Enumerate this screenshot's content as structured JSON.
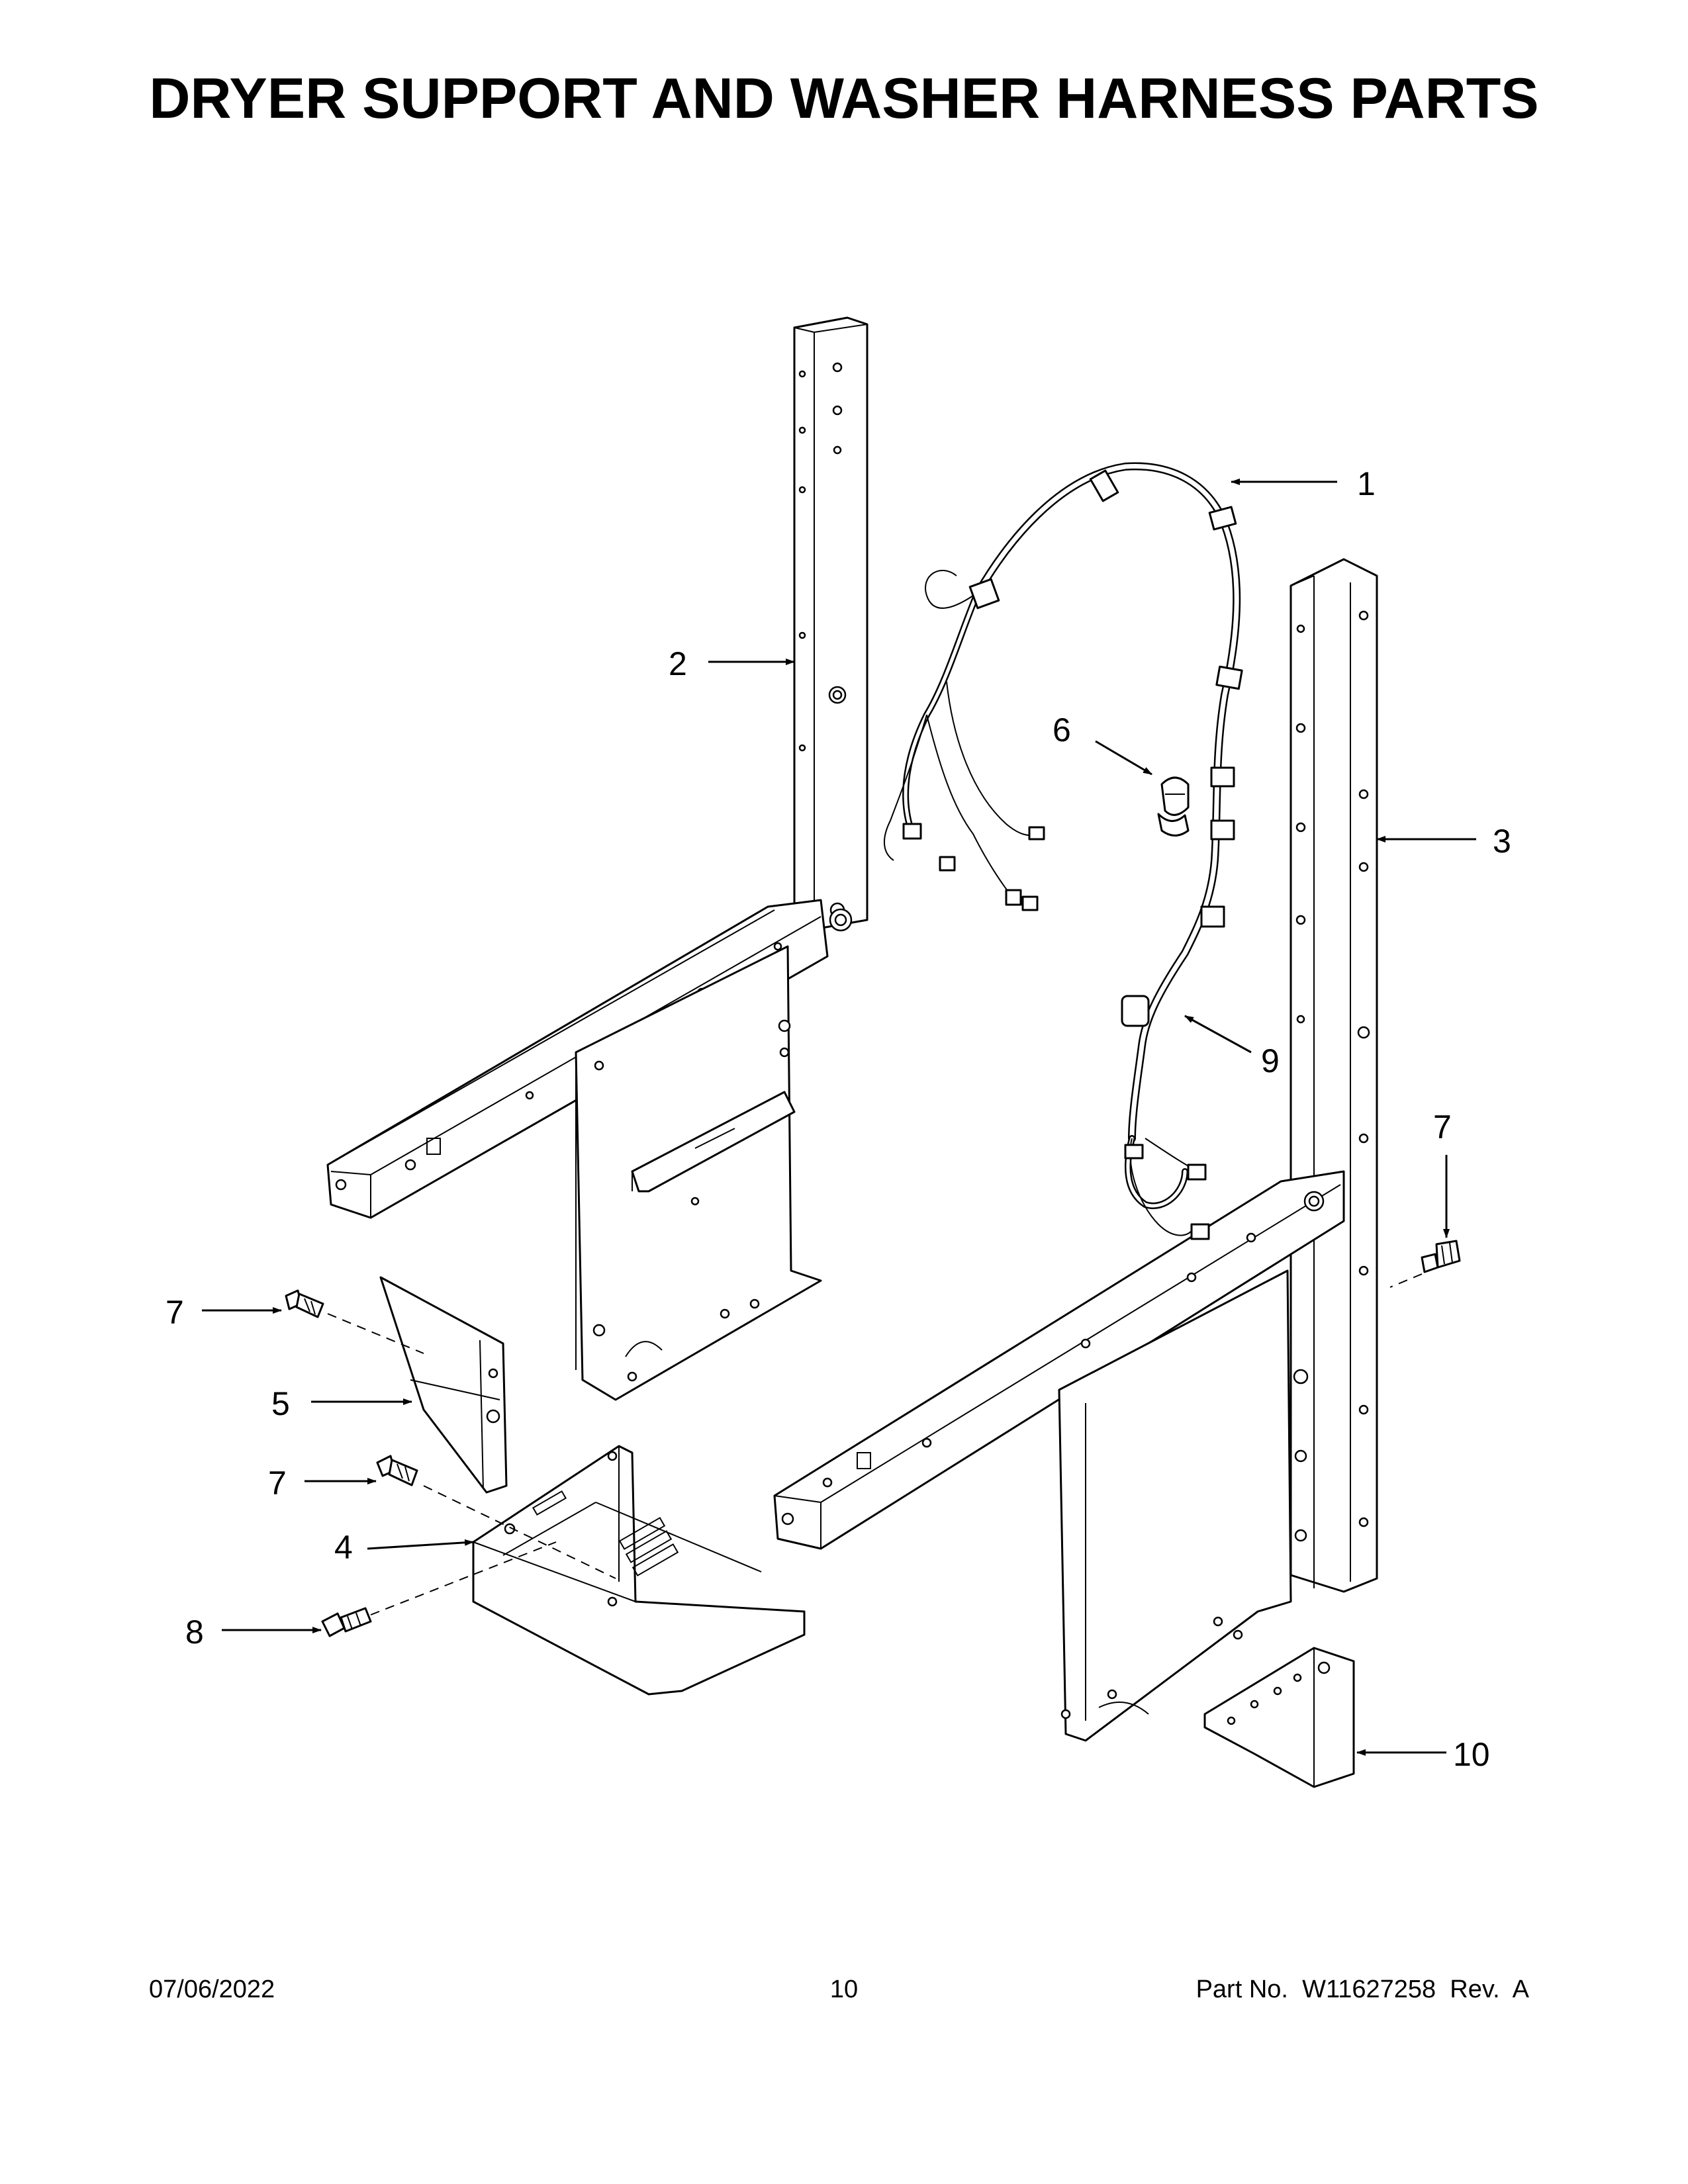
{
  "page": {
    "title": "DRYER SUPPORT AND WASHER HARNESS PARTS"
  },
  "callouts": {
    "c1": "1",
    "c2": "2",
    "c3": "3",
    "c4": "4",
    "c5": "5",
    "c6": "6",
    "c7a": "7",
    "c7b": "7",
    "c7c": "7",
    "c8": "8",
    "c9": "9",
    "c10": "10"
  },
  "footer": {
    "date": "07/06/2022",
    "page_number": "10",
    "part_number": "Part No.  W11627258  Rev.  A"
  }
}
